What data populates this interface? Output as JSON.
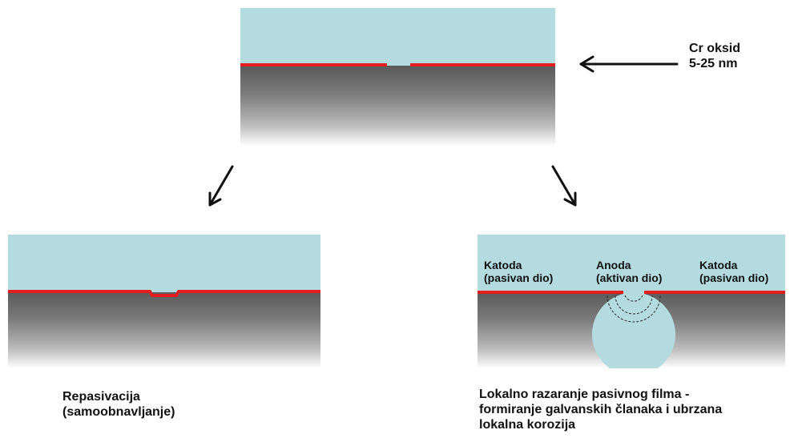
{
  "film_label": {
    "line1": "Cr oksid",
    "line2": "5-25 nm"
  },
  "left_caption": {
    "line1": "Repasivacija",
    "line2": "(samoobnavljanje)"
  },
  "right_caption": {
    "line1": "Lokalno razaranje pasivnog filma -",
    "line2": "formiranje galvanskih članaka i ubrzana",
    "line3": "lokalna korozija"
  },
  "panel_labels": {
    "katoda_left": {
      "line1": "Katoda",
      "line2": "(pasivan dio)"
    },
    "anoda": {
      "line1": "Anoda",
      "line2": "(aktivan dio)"
    },
    "katoda_right": {
      "line1": "Katoda",
      "line2": "(pasivan dio)"
    }
  },
  "colors": {
    "solution": "#b4dce0",
    "passive_film": "#e31e1e",
    "metal": "#6e6e6e",
    "arrow": "#111111"
  }
}
